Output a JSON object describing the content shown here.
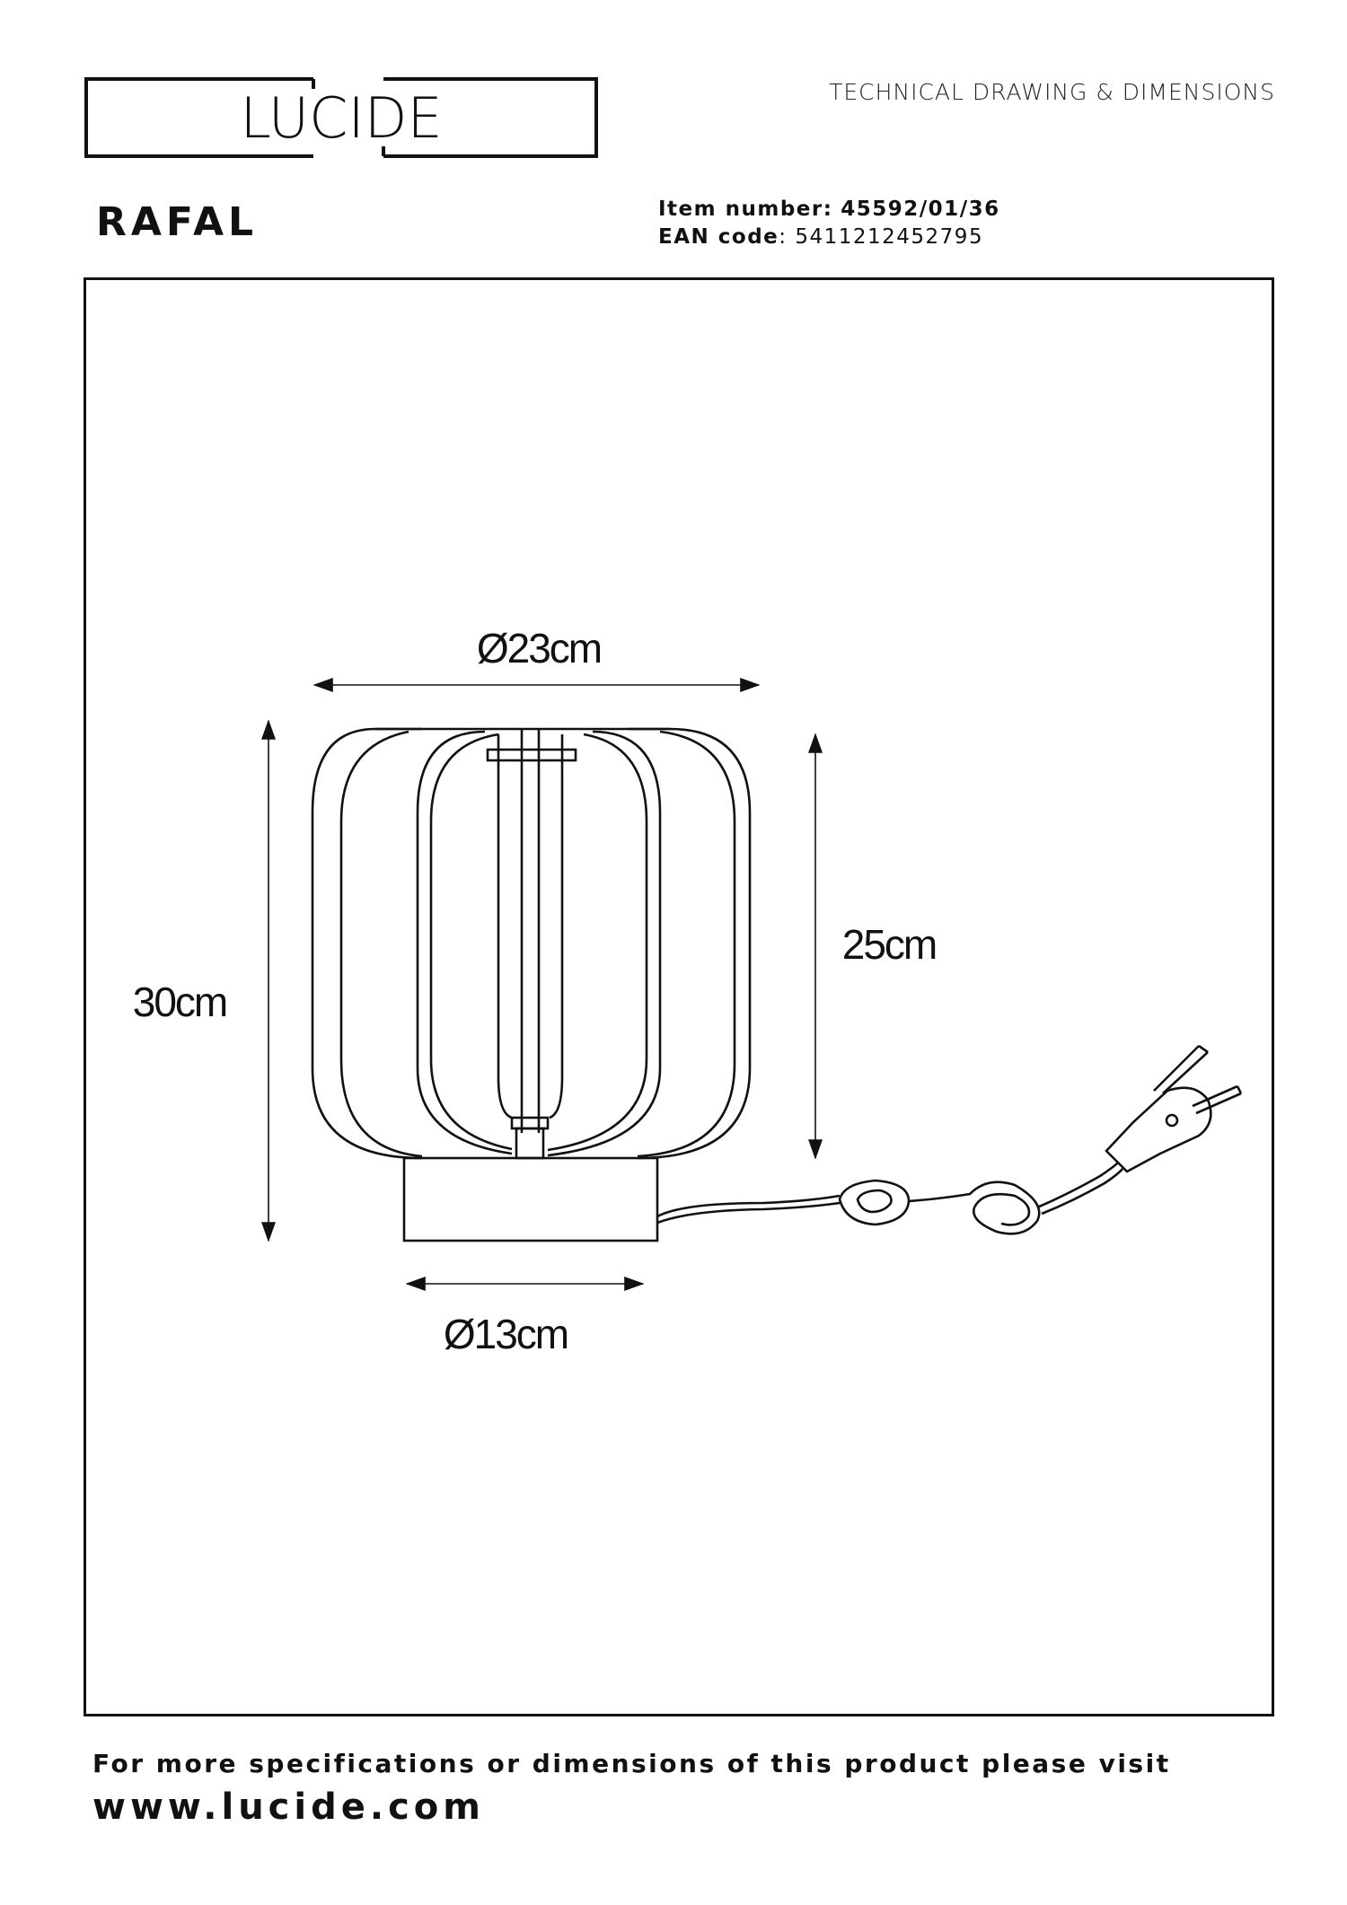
{
  "header": {
    "logo_text": "LUCIDE",
    "doc_type": "TECHNICAL DRAWING & DIMENSIONS"
  },
  "product": {
    "name": "RAFAL",
    "item_label": "Item number:",
    "item_value": "45592/01/36",
    "ean_label": "EAN code",
    "ean_sep": ":",
    "ean_value": "5411212452795"
  },
  "dimensions": {
    "shade_diameter": "Ø23cm",
    "shade_height": "25cm",
    "total_height": "30cm",
    "base_diameter": "Ø13cm"
  },
  "footer": {
    "info_text": "For more specifications or dimensions of this product please visit",
    "url": "www.lucide.com"
  }
}
